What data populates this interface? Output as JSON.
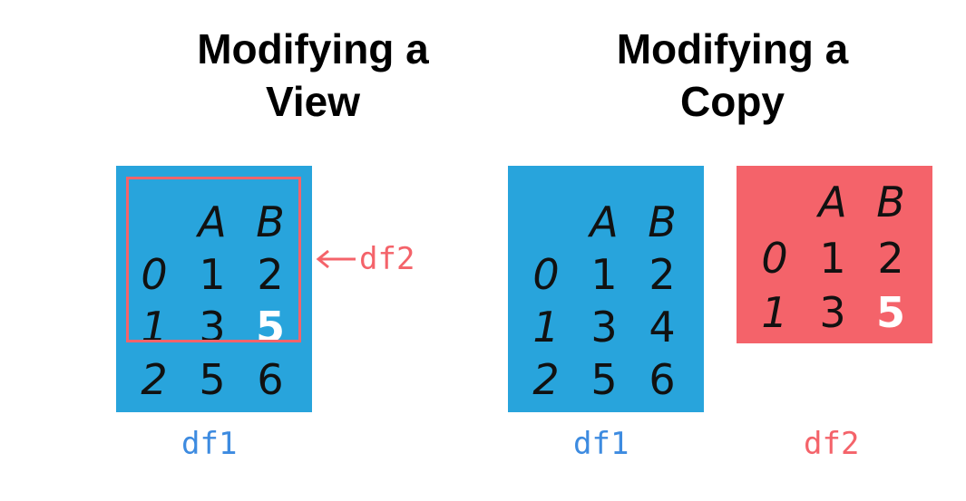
{
  "titles": {
    "view_line1": "Modifying a",
    "view_line2": "View",
    "copy_line1": "Modifying a",
    "copy_line2": "Copy"
  },
  "colors": {
    "df1": "#28a4dc",
    "df2": "#f4636a",
    "label_df1": "#3d8be0",
    "label_df2": "#f4636a"
  },
  "view_df1": {
    "headers": [
      "A",
      "B"
    ],
    "index": [
      "0",
      "1",
      "2"
    ],
    "rows": [
      [
        "1",
        "2"
      ],
      [
        "3",
        "5"
      ],
      [
        "5",
        "6"
      ]
    ],
    "modified_cell": "5"
  },
  "view_df2_label": "df2",
  "copy_df1": {
    "headers": [
      "A",
      "B"
    ],
    "index": [
      "0",
      "1",
      "2"
    ],
    "rows": [
      [
        "1",
        "2"
      ],
      [
        "3",
        "4"
      ],
      [
        "5",
        "6"
      ]
    ]
  },
  "copy_df2": {
    "headers": [
      "A",
      "B"
    ],
    "index": [
      "0",
      "1"
    ],
    "rows": [
      [
        "1",
        "2"
      ],
      [
        "3",
        "5"
      ]
    ],
    "modified_cell": "5"
  },
  "labels": {
    "view_df1": "df1",
    "copy_df1": "df1",
    "copy_df2": "df2"
  }
}
